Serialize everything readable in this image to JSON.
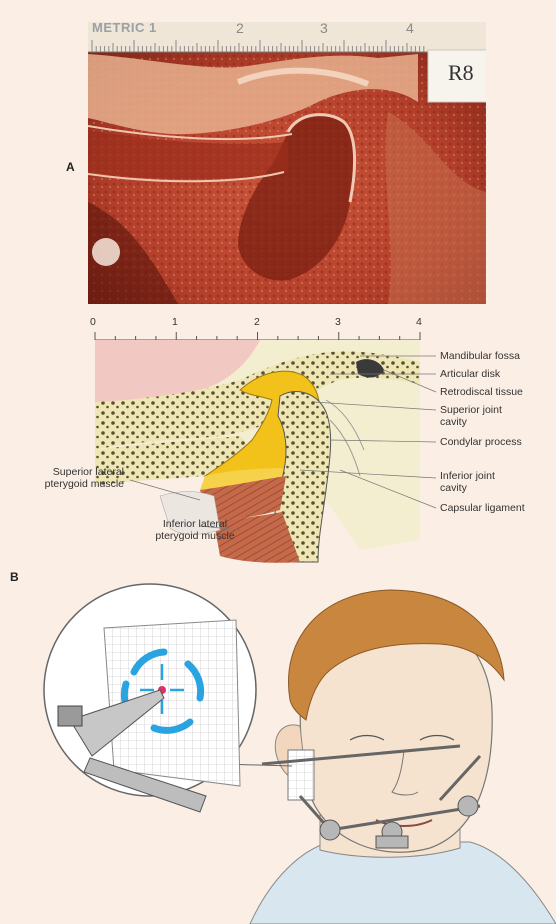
{
  "panels": {
    "a_label": "A",
    "b_label": "B"
  },
  "photo": {
    "ruler_text": "METRIC 1",
    "ruler_numbers": [
      "2",
      "3",
      "4"
    ],
    "tag_text": "R8"
  },
  "scale_bar": {
    "ticks": [
      "0",
      "1",
      "2",
      "3",
      "4"
    ]
  },
  "labels": {
    "mandibular_fossa": "Mandibular fossa",
    "articular_disk": "Articular disk",
    "retrodiscal_tissue": "Retrodiscal tissue",
    "superior_joint_cavity_1": "Superior joint",
    "superior_joint_cavity_2": "cavity",
    "condylar_process": "Condylar process",
    "inferior_joint_cavity_1": "Inferior joint",
    "inferior_joint_cavity_2": "cavity",
    "capsular_ligament": "Capsular ligament",
    "superior_lateral_pterygoid_1": "Superior lateral",
    "superior_lateral_pterygoid_2": "pterygoid muscle",
    "inferior_lateral_pterygoid_1": "Inferior lateral",
    "inferior_lateral_pterygoid_2": "pterygoid muscle"
  },
  "colors": {
    "background": "#fbeee4",
    "disk_yellow": "#f2c21a",
    "bone": "#f3ecc0",
    "tracing_arrows": "#2aa4e0",
    "muscle": "#b8573a"
  }
}
